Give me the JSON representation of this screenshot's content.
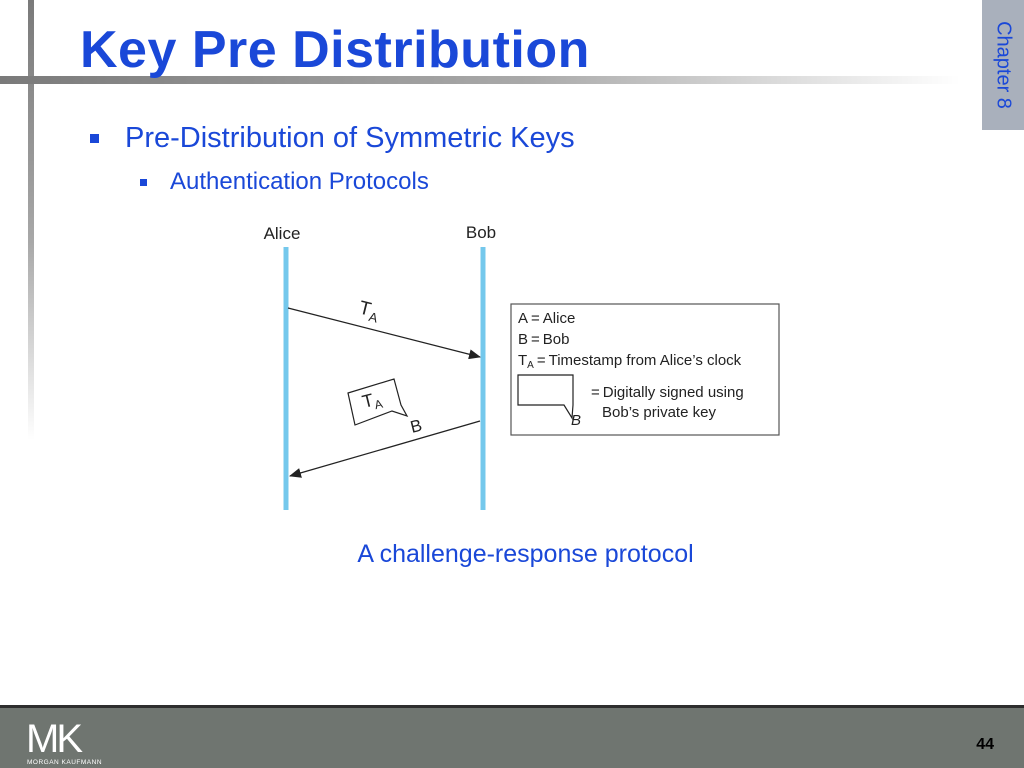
{
  "slide": {
    "title": "Key Pre Distribution",
    "chapter": "Chapter 8",
    "bullets": [
      {
        "text": "Pre-Distribution of Symmetric Keys",
        "sub": [
          "Authentication Protocols"
        ]
      }
    ],
    "caption": "A challenge-response protocol",
    "page_number": "44"
  },
  "diagram": {
    "left_party": "Alice",
    "right_party": "Bob",
    "message1": {
      "main": "T",
      "sub": "A"
    },
    "message2": {
      "main": "T",
      "sub": "A",
      "signer": "B"
    },
    "legend": {
      "line1": "A = Alice",
      "line2": "B = Bob",
      "line3_main": "T",
      "line3_sub": "A",
      "line3_rest": " = Timestamp from Alice’s clock",
      "signed_line1": "= Digitally signed using",
      "signed_line2": "Bob’s private key",
      "signed_signer": "B"
    },
    "colors": {
      "lifeline": "#74c8ec",
      "text": "#222222"
    }
  },
  "footer": {
    "logo_main": "MK",
    "logo_text": "MORGAN KAUFMANN"
  }
}
